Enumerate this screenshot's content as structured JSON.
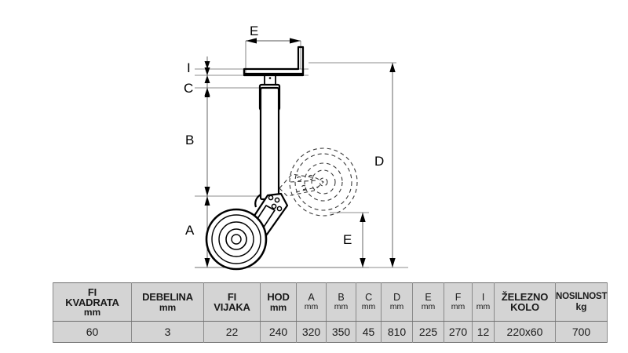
{
  "page": {
    "background": "#ffffff",
    "title": "Trailer jack wheel dimensioned drawing with specification table"
  },
  "drawing": {
    "type": "technical-dimension-drawing",
    "subject": "Trailer support jack with swivel wheel",
    "line_color": "#000000",
    "dimension_line_color": "#555555",
    "phantom_line_style": "dashed",
    "dimension_labels": [
      {
        "key": "E_top",
        "label": "E",
        "orientation": "horizontal",
        "location": "top-bracket-width"
      },
      {
        "key": "I",
        "label": "I",
        "orientation": "vertical",
        "location": "upper-left-plate-thickness"
      },
      {
        "key": "C",
        "label": "C",
        "orientation": "vertical",
        "location": "upper-left-below-plate"
      },
      {
        "key": "B",
        "label": "B",
        "orientation": "vertical",
        "location": "left-tube-length"
      },
      {
        "key": "A",
        "label": "A",
        "orientation": "vertical",
        "location": "left-lower-wheel-height"
      },
      {
        "key": "D",
        "label": "D",
        "orientation": "vertical",
        "location": "right-overall-height"
      },
      {
        "key": "E_bottom",
        "label": "E",
        "orientation": "vertical",
        "location": "right-lower-swivel-height"
      }
    ]
  },
  "spec_table": {
    "columns": [
      {
        "name": "FI KVADRATA",
        "main": "FI KVADRATA",
        "main_line1": "FI",
        "main_line2": "KVADRATA",
        "unit": "mm",
        "width": 100,
        "style": "bold"
      },
      {
        "name": "DEBELINA",
        "main": "DEBELINA",
        "main_line1": "DEBELINA",
        "main_line2": "",
        "unit": "mm",
        "width": 92,
        "style": "bold"
      },
      {
        "name": "FI VIJAKA",
        "main": "FI VIJAKA",
        "main_line1": "FI",
        "main_line2": "VIJAKA",
        "unit": "",
        "width": 72,
        "style": "bold"
      },
      {
        "name": "HOD",
        "main": "HOD",
        "main_line1": "HOD",
        "main_line2": "",
        "unit": "mm",
        "width": 46,
        "style": "bold"
      },
      {
        "name": "A",
        "main": "A",
        "main_line1": "A",
        "main_line2": "",
        "unit": "mm",
        "width": 38,
        "style": "plain"
      },
      {
        "name": "B",
        "main": "B",
        "main_line1": "B",
        "main_line2": "",
        "unit": "mm",
        "width": 38,
        "style": "plain"
      },
      {
        "name": "C",
        "main": "C",
        "main_line1": "C",
        "main_line2": "",
        "unit": "mm",
        "width": 32,
        "style": "plain"
      },
      {
        "name": "D",
        "main": "D",
        "main_line1": "D",
        "main_line2": "",
        "unit": "mm",
        "width": 40,
        "style": "plain"
      },
      {
        "name": "E",
        "main": "E",
        "main_line1": "E",
        "main_line2": "",
        "unit": "mm",
        "width": 40,
        "style": "plain"
      },
      {
        "name": "F",
        "main": "F",
        "main_line1": "F",
        "main_line2": "",
        "unit": "mm",
        "width": 36,
        "style": "plain"
      },
      {
        "name": "I",
        "main": "I",
        "main_line1": "I",
        "main_line2": "",
        "unit": "mm",
        "width": 28,
        "style": "plain"
      },
      {
        "name": "ŽELEZNO KOLO",
        "main": "ŽELEZNO KOLO",
        "main_line1": "ŽELEZNO",
        "main_line2": "KOLO",
        "unit": "",
        "width": 78,
        "style": "bold"
      },
      {
        "name": "NOSILNOST",
        "main": "NOSILNOST",
        "main_line1": "NOSILNOST",
        "main_line2": "",
        "unit": "kg",
        "width": 66,
        "style": "small"
      }
    ],
    "rows": [
      {
        "fi_kvadrata": "60",
        "debelina": "3",
        "fi_vijaka": "22",
        "hod": "240",
        "a": "320",
        "b": "350",
        "c": "45",
        "d": "810",
        "e": "225",
        "f": "270",
        "i": "12",
        "zelezno_kolo": "220x60",
        "nosilnost": "700"
      }
    ],
    "background_color": "#d4d4d4",
    "border_color": "#6e6e6e"
  },
  "chart_data": {
    "type": "table",
    "title": "Trailer jack specification",
    "categories": [
      "FI KVADRATA mm",
      "DEBELINA mm",
      "FI VIJAKA",
      "HOD mm",
      "A mm",
      "B mm",
      "C mm",
      "D mm",
      "E mm",
      "F mm",
      "I mm",
      "ŽELEZNO KOLO",
      "NOSILNOST kg"
    ],
    "values": [
      "60",
      "3",
      "22",
      "240",
      "320",
      "350",
      "45",
      "810",
      "225",
      "270",
      "12",
      "220x60",
      "700"
    ]
  }
}
